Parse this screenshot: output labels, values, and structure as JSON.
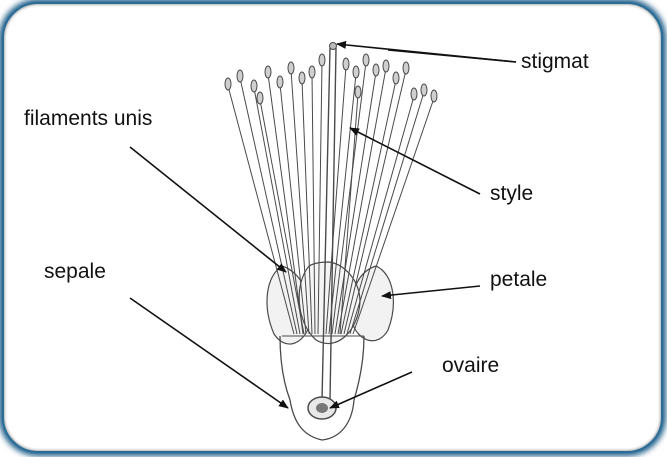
{
  "labels": {
    "stigmat": "stigmat",
    "filaments": "filaments unis",
    "style": "style",
    "sepale": "sepale",
    "petale": "petale",
    "ovaire": "ovaire"
  },
  "colors": {
    "frame": "#2b6d97",
    "ink": "#111111",
    "drawing": "#555555"
  }
}
